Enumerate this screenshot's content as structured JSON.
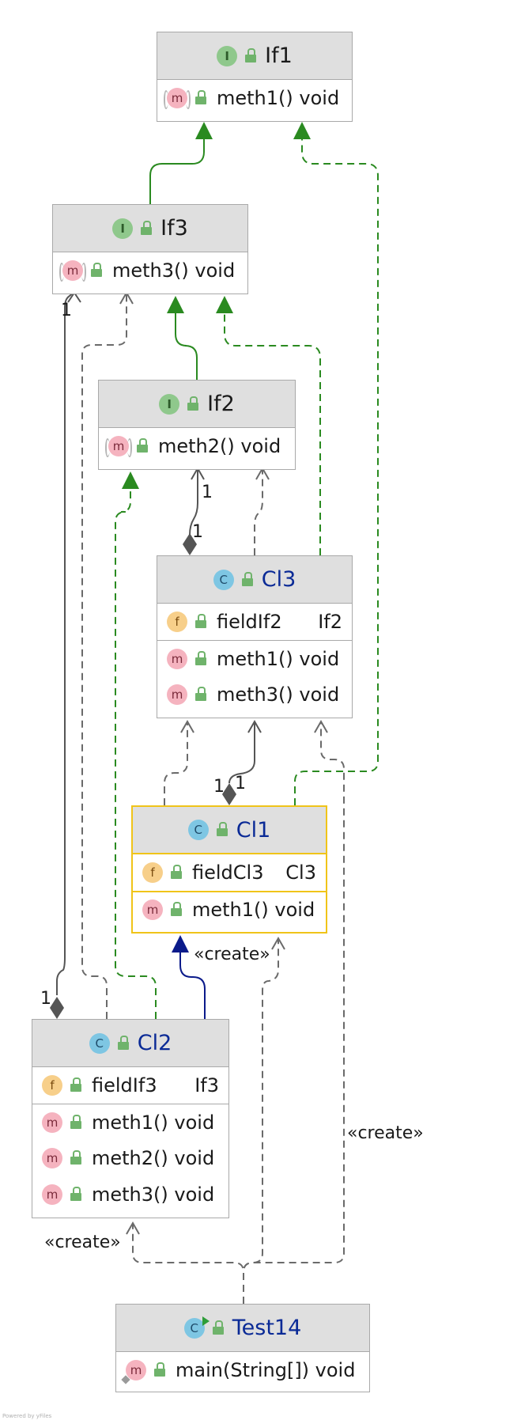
{
  "classes": {
    "if1": {
      "kind": "I",
      "name": "If1",
      "methods": [
        "meth1() void"
      ]
    },
    "if3": {
      "kind": "I",
      "name": "If3",
      "methods": [
        "meth3() void"
      ]
    },
    "if2": {
      "kind": "I",
      "name": "If2",
      "methods": [
        "meth2() void"
      ]
    },
    "cl3": {
      "kind": "C",
      "name": "Cl3",
      "fields": [
        {
          "name": "fieldIf2",
          "type": "If2"
        }
      ],
      "methods": [
        "meth1() void",
        "meth3() void"
      ]
    },
    "cl1": {
      "kind": "C",
      "name": "Cl1",
      "fields": [
        {
          "name": "fieldCl3",
          "type": "Cl3"
        }
      ],
      "methods": [
        "meth1() void"
      ]
    },
    "cl2": {
      "kind": "C",
      "name": "Cl2",
      "fields": [
        {
          "name": "fieldIf3",
          "type": "If3"
        }
      ],
      "methods": [
        "meth1() void",
        "meth2() void",
        "meth3() void"
      ]
    },
    "test14": {
      "kind": "C",
      "name": "Test14",
      "methods": [
        "main(String[]) void"
      ]
    }
  },
  "badges": {
    "field": "f",
    "method": "m"
  },
  "edge_labels": {
    "mult_if3": "1",
    "mult_cl2": "1",
    "mult_if2": "1",
    "mult_cl3_top": "1",
    "mult_cl1_a": "1",
    "mult_cl1_b": "1",
    "create_cl1": "«create»",
    "create_cl3": "«create»",
    "create_cl2": "«create»"
  },
  "colors": {
    "implementation": "#2a8a20",
    "extends": "#0a1a8a",
    "dependency": "#6a6a6a",
    "composition": "#555555",
    "class_name": "#0a2a96",
    "selected_border": "#f0c419"
  },
  "footer": {
    "powered": "Powered by yFiles"
  }
}
